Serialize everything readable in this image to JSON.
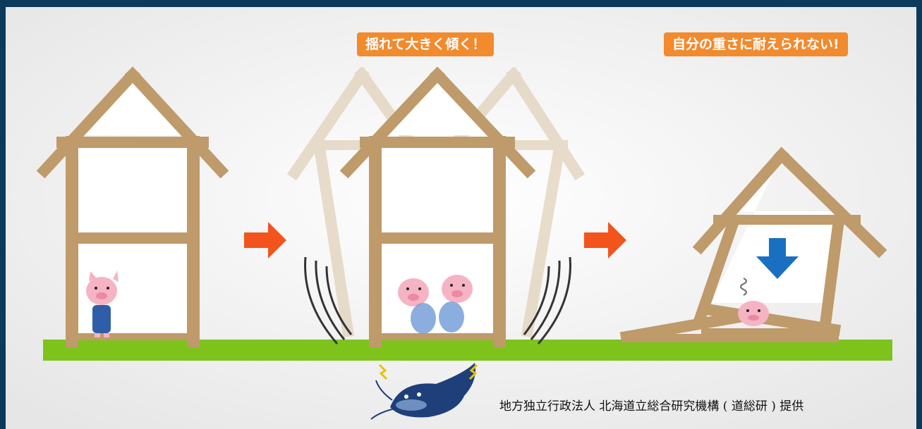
{
  "labels": {
    "sway": "揺れて大きく傾く！",
    "collapse": "自分の重さに耐えられない!"
  },
  "credit": "地方独立行政法人 北海道立総合研究機構 ( 道総研 ) 提供",
  "colors": {
    "frame_border": "#0b3a5c",
    "background": "#f4f4f4",
    "timber": "#bf9a6a",
    "ground": "#7ec31c",
    "label": "#f28a2e",
    "arrow": "#f2541c",
    "down_arrow": "#1a6fc0",
    "catfish": "#1e3f7a"
  },
  "icons": [
    "right-arrow-icon",
    "down-arrow-icon",
    "catfish-icon",
    "pig-icon",
    "shake-lines-icon"
  ]
}
